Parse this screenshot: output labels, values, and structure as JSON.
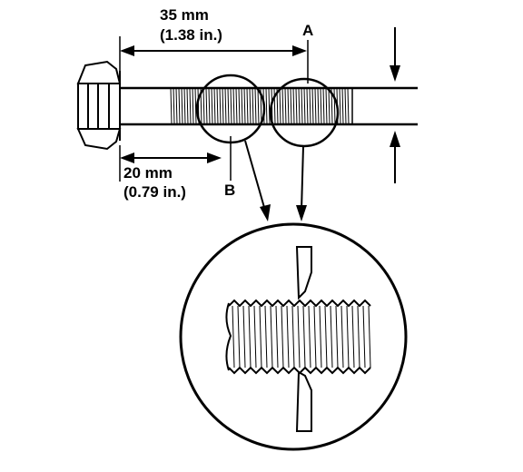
{
  "diagram": {
    "dimension_long": {
      "metric": "35 mm",
      "imperial": "(1.38 in.)"
    },
    "dimension_short": {
      "metric": "20 mm",
      "imperial": "(0.79 in.)"
    },
    "point_a": "A",
    "point_b": "B"
  }
}
